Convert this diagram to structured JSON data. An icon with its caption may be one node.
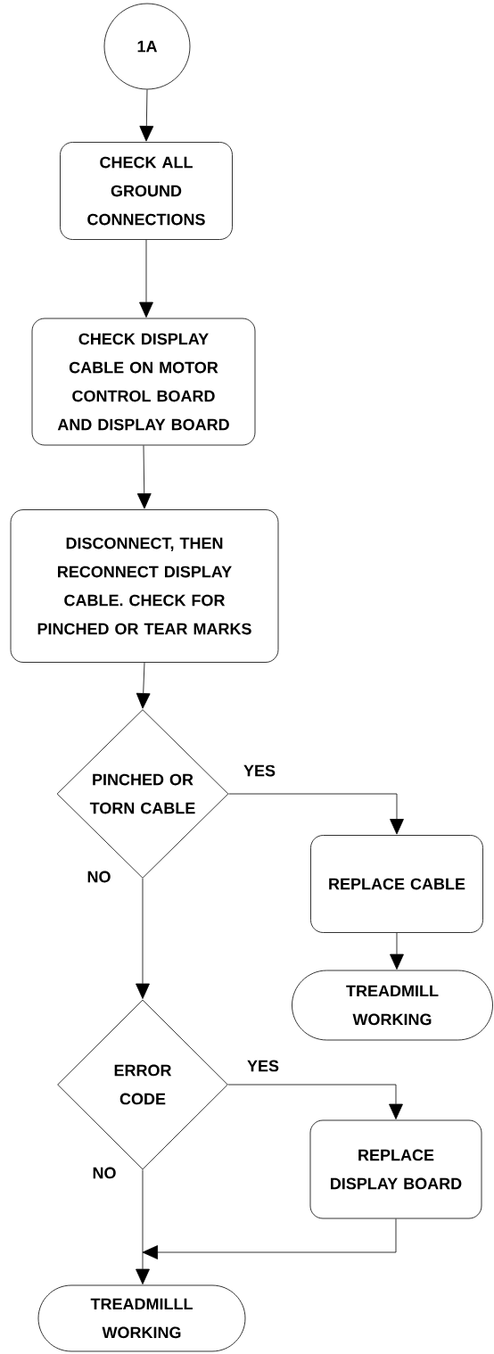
{
  "diagram": {
    "nodes": [
      {
        "text": [
          "1A"
        ]
      },
      {
        "text": [
          "CHECK ALL GROUND CONNECTIONS"
        ]
      },
      {
        "text": [
          "CHECK DISPLAY CABLE ON MOTOR CONTROL BOARD AND DISPLAY BOARD"
        ]
      },
      {
        "text": [
          "DISCONNECT, THEN RECONNECT DISPLAY CABLE. CHECK FOR PINCHED OR TEAR MARKS"
        ]
      },
      {
        "text": [
          "PINCHED OR TORN CABLE"
        ]
      },
      {
        "text": [
          "REPLACE CABLE"
        ]
      },
      {
        "text": [
          "TREADMILL WORKING"
        ]
      },
      {
        "text": [
          "ERROR CODE"
        ]
      },
      {
        "text": [
          "REPLACE DISPLAY BOARD"
        ]
      },
      {
        "text": [
          "TREADMILLL WORKING"
        ]
      }
    ],
    "edges": [
      {
        "from": 0,
        "to": 1,
        "arrow": "to"
      },
      {
        "from": 1,
        "to": 2,
        "arrow": "to"
      },
      {
        "from": 2,
        "to": 3,
        "arrow": "to"
      },
      {
        "from": 3,
        "to": 4,
        "arrow": "to"
      },
      {
        "from": 4,
        "to": 5,
        "arrow": "to",
        "label": "YES"
      },
      {
        "from": 5,
        "to": 6,
        "arrow": "to"
      },
      {
        "from": 4,
        "to": 7,
        "arrow": "to",
        "label": "NO"
      },
      {
        "from": 7,
        "to": 8,
        "arrow": "to",
        "label": "YES"
      },
      {
        "from": 7,
        "to": 9,
        "arrow": "to",
        "label": "NO"
      },
      {
        "from": 8,
        "to": 9,
        "arrow": "to"
      }
    ]
  }
}
